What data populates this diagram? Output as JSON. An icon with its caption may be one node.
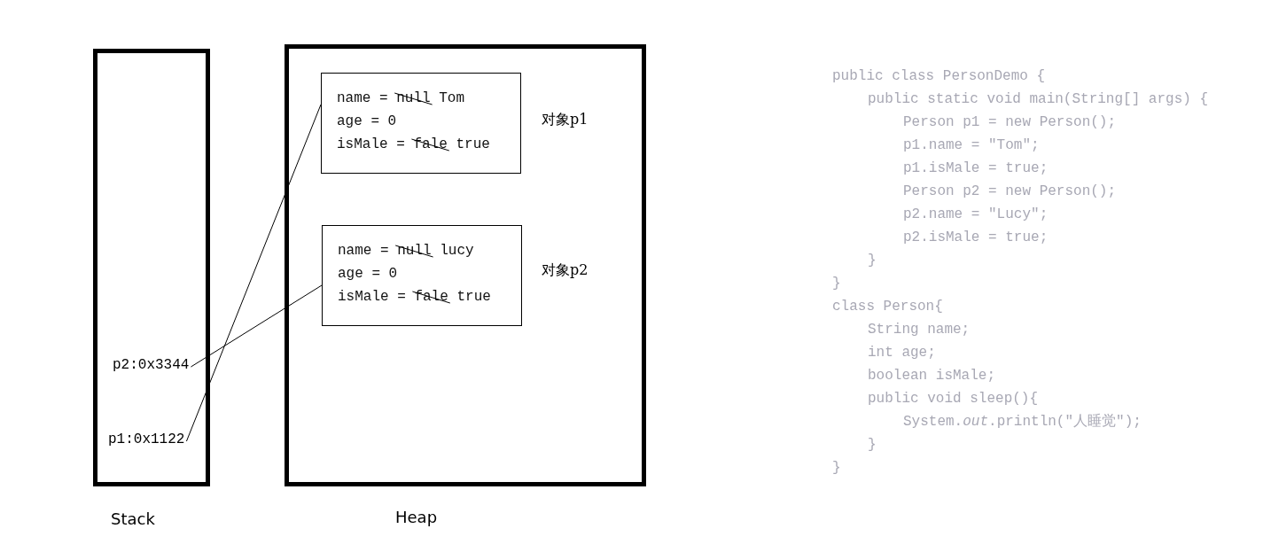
{
  "diagram": {
    "nodes": [
      {
        "text": [
          "Stack"
        ]
      },
      {
        "text": [
          "Heap"
        ]
      },
      {
        "text": [
          "name = null Tom",
          "age = 0",
          "isMale = fale true"
        ],
        "in": 1,
        "beside": [
          "对象p1"
        ]
      },
      {
        "text": [
          "name = null lucy",
          "age = 0",
          "isMale = fale true"
        ],
        "in": 1,
        "beside": [
          "对象p2"
        ]
      },
      {
        "text": [
          "p2:0x3344"
        ],
        "in": 0
      },
      {
        "text": [
          "p1:0x1122"
        ],
        "in": 0
      }
    ],
    "edges": [
      {
        "from": 4,
        "to": 3,
        "arrow": "none"
      },
      {
        "from": 5,
        "to": 2,
        "arrow": "none"
      }
    ],
    "labels": [
      "public class PersonDemo {",
      "public static void main(String[] args) {",
      "Person p1 = new Person();",
      "p1.name = \"Tom\";",
      "p1.isMale = true;",
      "Person p2 = new Person();",
      "p2.name = \"Lucy\";",
      "p2.isMale = true;",
      "}",
      "}",
      "class Person{",
      "String name;",
      "int age;",
      "boolean isMale;",
      "public void sleep(){",
      "System.*out*.println(\"人睡觉\");",
      "}",
      "}"
    ]
  }
}
